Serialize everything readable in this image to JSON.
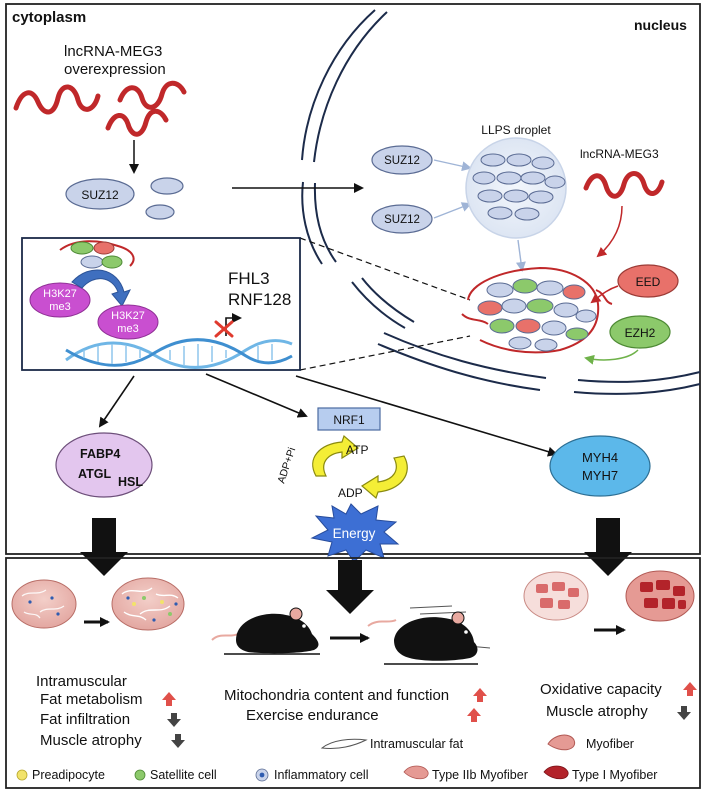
{
  "labels": {
    "cytoplasm": "cytoplasm",
    "nucleus": "nucleus",
    "lnc_line1": "lncRNA-MEG3",
    "lnc_line2": "overexpression",
    "suz12": "SUZ12",
    "llps": "LLPS droplet",
    "lnc_nuc": "lncRNA-MEG3",
    "eed": "EED",
    "ezh2": "EZH2",
    "h3k27_line1": "H3K27",
    "h3k27_line2": "me3",
    "fhl3": "FHL3",
    "rnf128": "RNF128",
    "nrf1": "NRF1",
    "atp": "ATP",
    "adp": "ADP",
    "adp_pi": "ADP+Pi",
    "energy": "Energy",
    "fabp4": "FABP4",
    "atgl": "ATGL",
    "hsl": "HSL",
    "myh4": "MYH4",
    "myh7": "MYH7"
  },
  "outcomes": {
    "left": [
      "Intramuscular",
      "Fat metabolism",
      "Fat infiltration",
      "Muscle atrophy"
    ],
    "middle": [
      "Mitochondria content and function",
      "Exercise endurance"
    ],
    "right": [
      "Oxidative capacity",
      "Muscle atrophy"
    ]
  },
  "legend": {
    "intramuscular_fat": "Intramuscular fat",
    "myofiber": "Myofiber",
    "preadipocyte": "Preadipocyte",
    "satellite": "Satellite cell",
    "inflammatory": "Inflammatory cell",
    "type2b": "Type IIb Myofiber",
    "type1": "Type I Myofiber"
  },
  "colors": {
    "rna_red": "#c0282a",
    "protein_fill": "#c9d3ea",
    "protein_stroke": "#5a6b93",
    "h3k27": "#c94fd0",
    "eed": "#e8716a",
    "ezh2": "#8cc96b",
    "lilac": "#e3c6ee",
    "myh_blue": "#5cb8ea",
    "energy_blue": "#3d6fd4",
    "cycle_yellow": "#f4ee36",
    "up_arrow": "#e0504a",
    "down_arrow": "#444444"
  }
}
